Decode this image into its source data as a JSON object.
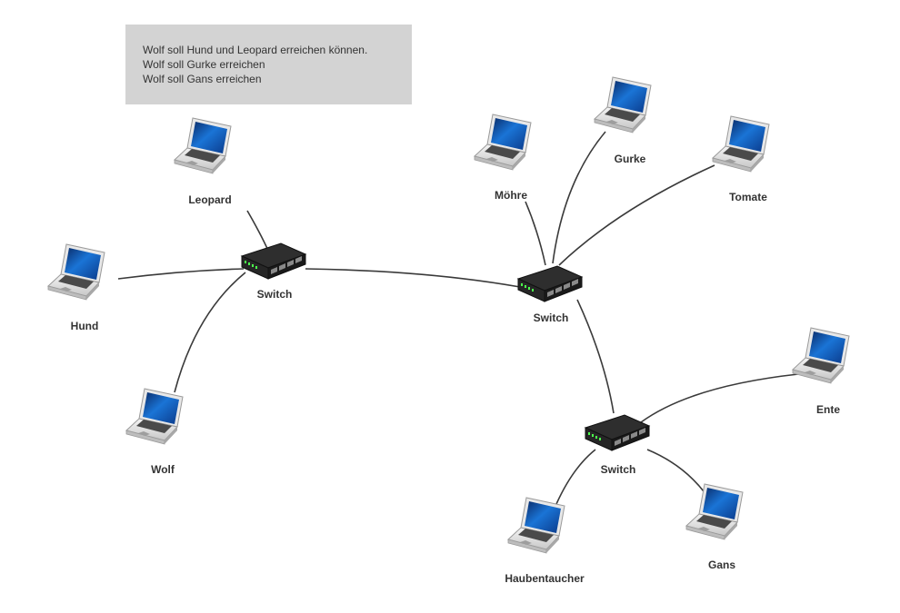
{
  "note": {
    "lines": [
      "Wolf soll Hund und Leopard erreichen können.",
      "Wolf soll Gurke erreichen",
      "Wolf soll Gans erreichen"
    ]
  },
  "switches": [
    {
      "label": "Switch"
    },
    {
      "label": "Switch"
    },
    {
      "label": "Switch"
    }
  ],
  "laptops": [
    {
      "label": "Leopard"
    },
    {
      "label": "Hund"
    },
    {
      "label": "Wolf"
    },
    {
      "label": "Möhre"
    },
    {
      "label": "Gurke"
    },
    {
      "label": "Tomate"
    },
    {
      "label": "Ente"
    },
    {
      "label": "Haubentaucher"
    },
    {
      "label": "Gans"
    }
  ],
  "colors": {
    "cable": "#3a3a3a",
    "screen": "#1565c8",
    "switch_body": "#1e1e1e",
    "note_bg": "#d3d3d3"
  }
}
